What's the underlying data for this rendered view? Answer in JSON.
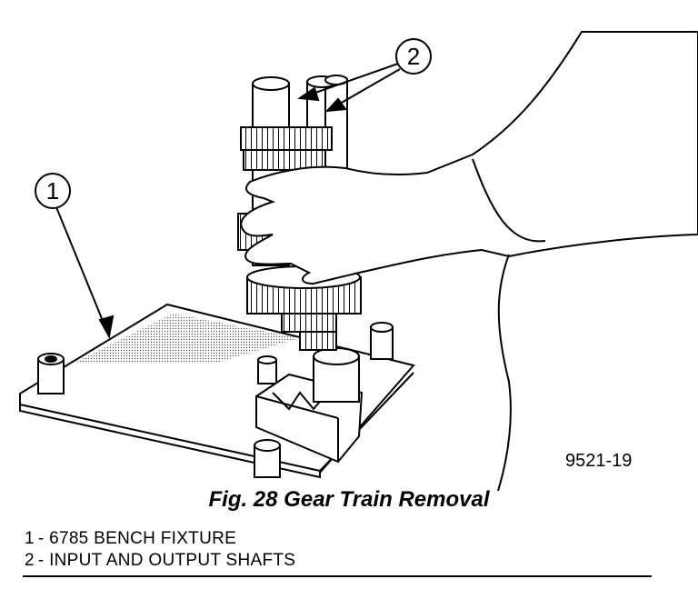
{
  "figure": {
    "callouts": [
      "1",
      "2"
    ],
    "illustration_id": "9521-19",
    "caption": "Fig. 28 Gear Train Removal"
  },
  "legend": [
    {
      "num": "1",
      "text": "- 6785 BENCH FIXTURE"
    },
    {
      "num": "2",
      "text": "- INPUT AND OUTPUT SHAFTS"
    }
  ]
}
